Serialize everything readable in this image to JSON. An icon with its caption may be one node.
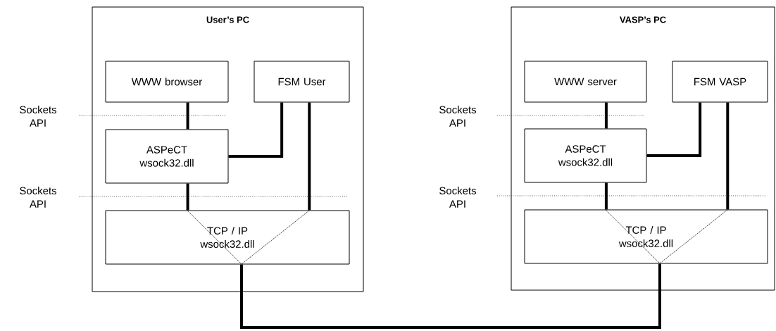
{
  "diagram": {
    "nodes": [
      {
        "text": [
          "User’s PC"
        ]
      },
      {
        "text": [
          "WWW browser"
        ],
        "in": 0
      },
      {
        "text": [
          "FSM User"
        ],
        "in": 0
      },
      {
        "text": [
          "ASPeCT wsock32.dll"
        ],
        "in": 0
      },
      {
        "text": [
          "TCP / IP wsock32.dll"
        ],
        "in": 0
      },
      {
        "text": [
          "VASP’s PC"
        ]
      },
      {
        "text": [
          "WWW server"
        ],
        "in": 5
      },
      {
        "text": [
          "FSM VASP"
        ],
        "in": 5
      },
      {
        "text": [
          "ASPeCT wsock32.dll"
        ],
        "in": 5
      },
      {
        "text": [
          "TCP / IP wsock32.dll"
        ],
        "in": 5
      }
    ],
    "edges": [
      {
        "from": 1,
        "to": 3,
        "arrow": "none"
      },
      {
        "from": 3,
        "to": 2,
        "arrow": "none"
      },
      {
        "from": 2,
        "to": 4,
        "arrow": "none"
      },
      {
        "from": 3,
        "to": 4,
        "arrow": "none"
      },
      {
        "from": 6,
        "to": 8,
        "arrow": "none"
      },
      {
        "from": 8,
        "to": 7,
        "arrow": "none"
      },
      {
        "from": 7,
        "to": 9,
        "arrow": "none"
      },
      {
        "from": 8,
        "to": 9,
        "arrow": "none"
      },
      {
        "from": 4,
        "to": 9,
        "arrow": "none"
      }
    ],
    "labels": [
      "Sockets API",
      "Sockets API",
      "Sockets API",
      "Sockets API"
    ]
  }
}
